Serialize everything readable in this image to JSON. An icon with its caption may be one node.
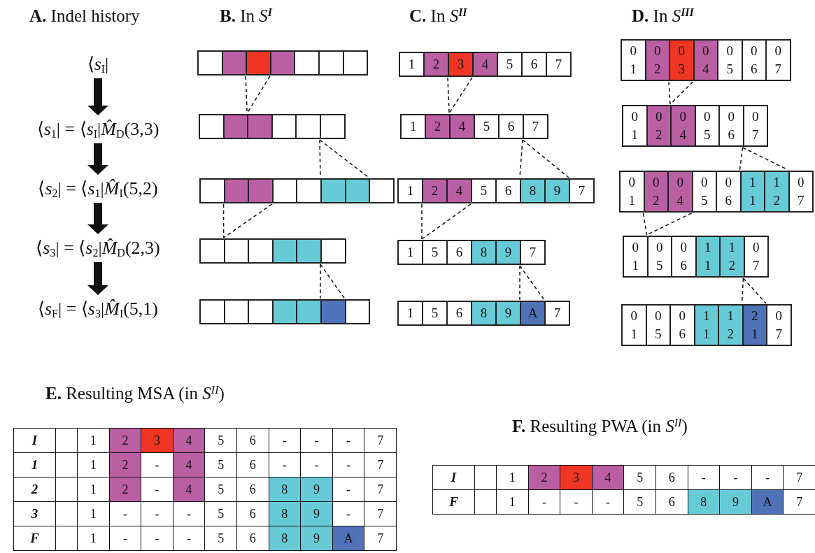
{
  "diagram": {
    "nodes": [
      {
        "text": [
          "⟨*s*$_{I}$|"
        ]
      },
      {
        "text": [
          "⟨*s*$_{1}$| = ⟨*s*$_{I}$|*M̂*$_{D}$(3,3)"
        ]
      },
      {
        "text": [
          "⟨*s*$_{2}$| = ⟨*s*$_{1}$|*M̂*$_{I}$(5,2)"
        ]
      },
      {
        "text": [
          "⟨*s*$_{3}$| = ⟨*s*$_{2}$|*M̂*$_{D}$(2,3)"
        ]
      },
      {
        "text": [
          "⟨*s*$_{F}$| = ⟨*s*$_{3}$|*M̂*$_{I}$(5,1)"
        ]
      },
      {
        "text": [],
        "shape": "bar"
      },
      {
        "text": [],
        "shape": "box",
        "in": 5
      },
      {
        "text": [],
        "shape": "box",
        "in": 5
      },
      {
        "text": [],
        "shape": "box",
        "in": 5
      },
      {
        "text": [],
        "shape": "box",
        "in": 5
      },
      {
        "text": [],
        "shape": "box",
        "in": 5
      },
      {
        "text": [],
        "shape": "box",
        "in": 5
      },
      {
        "text": [],
        "shape": "box",
        "in": 5
      },
      {
        "text": [],
        "shape": "bar"
      },
      {
        "text": [],
        "shape": "box",
        "in": 13
      },
      {
        "text": [],
        "shape": "box",
        "in": 13
      },
      {
        "text": [],
        "shape": "box",
        "in": 13
      },
      {
        "text": [],
        "shape": "box",
        "in": 13
      },
      {
        "text": [],
        "shape": "box",
        "in": 13
      },
      {
        "text": [],
        "shape": "box",
        "in": 13
      },
      {
        "text": [],
        "shape": "bar"
      },
      {
        "text": [],
        "shape": "box",
        "in": 20
      },
      {
        "text": [],
        "shape": "box",
        "in": 20
      },
      {
        "text": [],
        "shape": "box",
        "in": 20
      },
      {
        "text": [],
        "shape": "box",
        "in": 20
      },
      {
        "text": [],
        "shape": "box",
        "in": 20
      },
      {
        "text": [],
        "shape": "box",
        "in": 20
      },
      {
        "text": [],
        "shape": "box",
        "in": 20
      },
      {
        "text": [],
        "shape": "box",
        "in": 20
      },
      {
        "text": [],
        "shape": "bar"
      },
      {
        "text": [],
        "shape": "box",
        "in": 29
      },
      {
        "text": [],
        "shape": "box",
        "in": 29
      },
      {
        "text": [],
        "shape": "box",
        "in": 29
      },
      {
        "text": [],
        "shape": "box",
        "in": 29
      },
      {
        "text": [],
        "shape": "box",
        "in": 29
      },
      {
        "text": [],
        "shape": "box",
        "in": 29
      },
      {
        "text": [],
        "shape": "bar"
      },
      {
        "text": [],
        "shape": "box",
        "in": 36
      },
      {
        "text": [],
        "shape": "box",
        "in": 36
      },
      {
        "text": [],
        "shape": "box",
        "in": 36
      },
      {
        "text": [],
        "shape": "box",
        "in": 36
      },
      {
        "text": [],
        "shape": "box",
        "in": 36
      },
      {
        "text": [],
        "shape": "box",
        "in": 36
      },
      {
        "text": [],
        "shape": "box",
        "in": 36
      },
      {
        "text": [],
        "shape": "bar"
      },
      {
        "text": [
          "1"
        ],
        "in": 44
      },
      {
        "text": [
          "2"
        ],
        "in": 44
      },
      {
        "text": [
          "3"
        ],
        "in": 44
      },
      {
        "text": [
          "4"
        ],
        "in": 44
      },
      {
        "text": [
          "5"
        ],
        "in": 44
      },
      {
        "text": [
          "6"
        ],
        "in": 44
      },
      {
        "text": [
          "7"
        ],
        "in": 44
      },
      {
        "text": [],
        "shape": "bar"
      },
      {
        "text": [
          "1"
        ],
        "in": 52
      },
      {
        "text": [
          "2"
        ],
        "in": 52
      },
      {
        "text": [
          "4"
        ],
        "in": 52
      },
      {
        "text": [
          "5"
        ],
        "in": 52
      },
      {
        "text": [
          "6"
        ],
        "in": 52
      },
      {
        "text": [
          "7"
        ],
        "in": 52
      },
      {
        "text": [],
        "shape": "bar"
      },
      {
        "text": [
          "1"
        ],
        "in": 59
      },
      {
        "text": [
          "2"
        ],
        "in": 59
      },
      {
        "text": [
          "4"
        ],
        "in": 59
      },
      {
        "text": [
          "5"
        ],
        "in": 59
      },
      {
        "text": [
          "6"
        ],
        "in": 59
      },
      {
        "text": [
          "8"
        ],
        "in": 59
      },
      {
        "text": [
          "9"
        ],
        "in": 59
      },
      {
        "text": [
          "7"
        ],
        "in": 59
      },
      {
        "text": [],
        "shape": "bar"
      },
      {
        "text": [
          "1"
        ],
        "in": 68
      },
      {
        "text": [
          "5"
        ],
        "in": 68
      },
      {
        "text": [
          "6"
        ],
        "in": 68
      },
      {
        "text": [
          "8"
        ],
        "in": 68
      },
      {
        "text": [
          "9"
        ],
        "in": 68
      },
      {
        "text": [
          "7"
        ],
        "in": 68
      },
      {
        "text": [],
        "shape": "bar"
      },
      {
        "text": [
          "1"
        ],
        "in": 75
      },
      {
        "text": [
          "5"
        ],
        "in": 75
      },
      {
        "text": [
          "6"
        ],
        "in": 75
      },
      {
        "text": [
          "8"
        ],
        "in": 75
      },
      {
        "text": [
          "9"
        ],
        "in": 75
      },
      {
        "text": [
          "A"
        ],
        "in": 75
      },
      {
        "text": [
          "7"
        ],
        "in": 75
      },
      {
        "text": [],
        "shape": "bar"
      },
      {
        "text": [
          "0",
          "1"
        ],
        "in": 83
      },
      {
        "text": [
          "0",
          "2"
        ],
        "in": 83
      },
      {
        "text": [
          "0",
          "3"
        ],
        "in": 83
      },
      {
        "text": [
          "0",
          "4"
        ],
        "in": 83
      },
      {
        "text": [
          "0",
          "5"
        ],
        "in": 83
      },
      {
        "text": [
          "0",
          "6"
        ],
        "in": 83
      },
      {
        "text": [
          "0",
          "7"
        ],
        "in": 83
      },
      {
        "text": [],
        "shape": "bar"
      },
      {
        "text": [
          "0",
          "1"
        ],
        "in": 91
      },
      {
        "text": [
          "0",
          "2"
        ],
        "in": 91
      },
      {
        "text": [
          "0",
          "4"
        ],
        "in": 91
      },
      {
        "text": [
          "0",
          "5"
        ],
        "in": 91
      },
      {
        "text": [
          "0",
          "6"
        ],
        "in": 91
      },
      {
        "text": [
          "0",
          "7"
        ],
        "in": 91
      },
      {
        "text": [],
        "shape": "bar"
      },
      {
        "text": [
          "0",
          "1"
        ],
        "in": 98
      },
      {
        "text": [
          "0",
          "2"
        ],
        "in": 98
      },
      {
        "text": [
          "0",
          "4"
        ],
        "in": 98
      },
      {
        "text": [
          "0",
          "5"
        ],
        "in": 98
      },
      {
        "text": [
          "0",
          "6"
        ],
        "in": 98
      },
      {
        "text": [
          "1",
          "1"
        ],
        "in": 98
      },
      {
        "text": [
          "1",
          "2"
        ],
        "in": 98
      },
      {
        "text": [
          "0",
          "7"
        ],
        "in": 98
      },
      {
        "text": [],
        "shape": "bar"
      },
      {
        "text": [
          "0",
          "1"
        ],
        "in": 107
      },
      {
        "text": [
          "0",
          "5"
        ],
        "in": 107
      },
      {
        "text": [
          "0",
          "6"
        ],
        "in": 107
      },
      {
        "text": [
          "1",
          "1"
        ],
        "in": 107
      },
      {
        "text": [
          "1",
          "2"
        ],
        "in": 107
      },
      {
        "text": [
          "0",
          "7"
        ],
        "in": 107
      },
      {
        "text": [],
        "shape": "bar"
      },
      {
        "text": [
          "0",
          "1"
        ],
        "in": 114
      },
      {
        "text": [
          "0",
          "5"
        ],
        "in": 114
      },
      {
        "text": [
          "0",
          "6"
        ],
        "in": 114
      },
      {
        "text": [
          "1",
          "1"
        ],
        "in": 114
      },
      {
        "text": [
          "1",
          "2"
        ],
        "in": 114
      },
      {
        "text": [
          "2",
          "1"
        ],
        "in": 114
      },
      {
        "text": [
          "0",
          "7"
        ],
        "in": 114
      }
    ],
    "edges": [
      {
        "from": 0,
        "to": 1,
        "arrow": "to",
        "style": "thick"
      },
      {
        "from": 1,
        "to": 2,
        "arrow": "to",
        "style": "thick"
      },
      {
        "from": 2,
        "to": 3,
        "arrow": "to",
        "style": "thick"
      },
      {
        "from": 3,
        "to": 4,
        "arrow": "to",
        "style": "thick"
      },
      {
        "from": 5,
        "to": 13,
        "arrow": "none",
        "style": "dashed"
      },
      {
        "from": 5,
        "to": 13,
        "arrow": "none",
        "style": "dashed"
      },
      {
        "from": 13,
        "to": 20,
        "arrow": "none",
        "style": "dashed"
      },
      {
        "from": 13,
        "to": 20,
        "arrow": "none",
        "style": "dashed"
      },
      {
        "from": 20,
        "to": 29,
        "arrow": "none",
        "style": "dashed"
      },
      {
        "from": 20,
        "to": 29,
        "arrow": "none",
        "style": "dashed"
      },
      {
        "from": 29,
        "to": 36,
        "arrow": "none",
        "style": "dashed"
      },
      {
        "from": 29,
        "to": 36,
        "arrow": "none",
        "style": "dashed"
      },
      {
        "from": 44,
        "to": 52,
        "arrow": "none",
        "style": "dashed"
      },
      {
        "from": 44,
        "to": 52,
        "arrow": "none",
        "style": "dashed"
      },
      {
        "from": 52,
        "to": 59,
        "arrow": "none",
        "style": "dashed"
      },
      {
        "from": 52,
        "to": 59,
        "arrow": "none",
        "style": "dashed"
      },
      {
        "from": 59,
        "to": 68,
        "arrow": "none",
        "style": "dashed"
      },
      {
        "from": 59,
        "to": 68,
        "arrow": "none",
        "style": "dashed"
      },
      {
        "from": 68,
        "to": 75,
        "arrow": "none",
        "style": "dashed"
      },
      {
        "from": 68,
        "to": 75,
        "arrow": "none",
        "style": "dashed"
      },
      {
        "from": 83,
        "to": 91,
        "arrow": "none",
        "style": "dashed"
      },
      {
        "from": 83,
        "to": 91,
        "arrow": "none",
        "style": "dashed"
      },
      {
        "from": 91,
        "to": 98,
        "arrow": "none",
        "style": "dashed"
      },
      {
        "from": 91,
        "to": 98,
        "arrow": "none",
        "style": "dashed"
      },
      {
        "from": 98,
        "to": 107,
        "arrow": "none",
        "style": "dashed"
      },
      {
        "from": 98,
        "to": 107,
        "arrow": "none",
        "style": "dashed"
      },
      {
        "from": 107,
        "to": 114,
        "arrow": "none",
        "style": "dashed"
      },
      {
        "from": 107,
        "to": 114,
        "arrow": "none",
        "style": "dashed"
      }
    ],
    "labels": [
      "**A.** Indel history",
      "**B.** In *S*$^{I}$",
      "**C.** In *S*$^{II}$",
      "**D.** In *S*$^{III}$",
      "**E.** Resulting MSA (in *S*$^{II}$)",
      "I",
      "1",
      "2",
      "3",
      "4",
      "5",
      "6",
      "-",
      "-",
      "-",
      "7",
      "1",
      "1",
      "2",
      "-",
      "4",
      "5",
      "6",
      "-",
      "-",
      "-",
      "7",
      "2",
      "1",
      "2",
      "-",
      "4",
      "5",
      "6",
      "8",
      "9",
      "-",
      "7",
      "3",
      "1",
      "-",
      "-",
      "-",
      "5",
      "6",
      "8",
      "9",
      "-",
      "7",
      "F",
      "1",
      "-",
      "-",
      "-",
      "5",
      "6",
      "8",
      "9",
      "A",
      "7",
      "**F.** Resulting PWA (in *S*$^{II}$)",
      "I",
      "1",
      "2",
      "3",
      "4",
      "5",
      "6",
      "-",
      "-",
      "-",
      "7",
      "F",
      "1",
      "-",
      "-",
      "-",
      "5",
      "6",
      "8",
      "9",
      "A",
      "7"
    ]
  }
}
